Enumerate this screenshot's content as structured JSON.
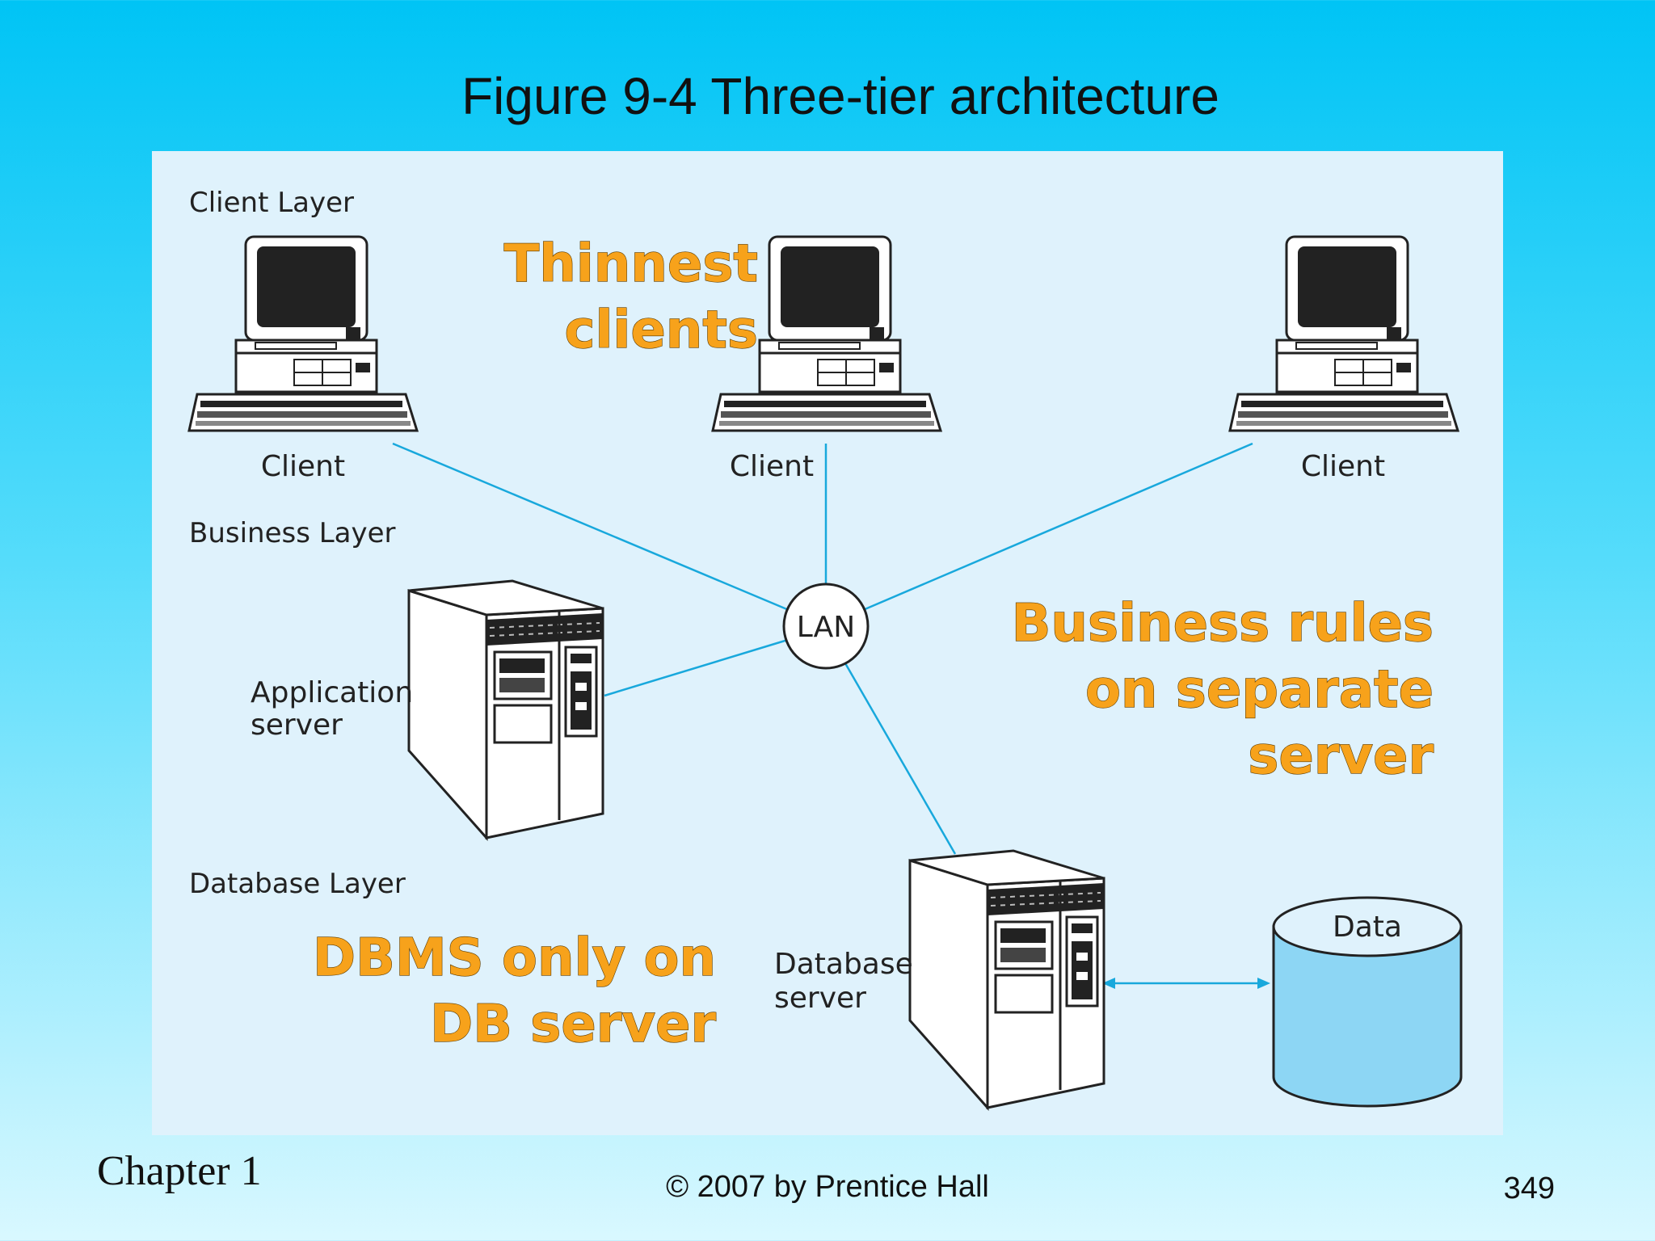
{
  "title": "Figure 9-4 Three-tier architecture",
  "layers": {
    "client": "Client Layer",
    "business": "Business Layer",
    "database": "Database Layer"
  },
  "nodes": {
    "client_left": "Client",
    "client_middle": "Client",
    "client_right": "Client",
    "lan": "LAN",
    "app_server_line1": "Application",
    "app_server_line2": "server",
    "db_server_line1": "Database",
    "db_server_line2": "server",
    "data": "Data"
  },
  "callouts": {
    "thinnest_line1": "Thinnest",
    "thinnest_line2": "clients",
    "business_line1": "Business rules",
    "business_line2": "on separate",
    "business_line3": "server",
    "dbms_line1": "DBMS only on",
    "dbms_line2": "DB server"
  },
  "colors": {
    "connector": "#18a8dc",
    "callout": "#f7a21b",
    "data_fill": "#8dd6f4"
  },
  "footer": {
    "chapter": "Chapter 1",
    "copyright": "© 2007 by Prentice Hall",
    "page": "349"
  }
}
